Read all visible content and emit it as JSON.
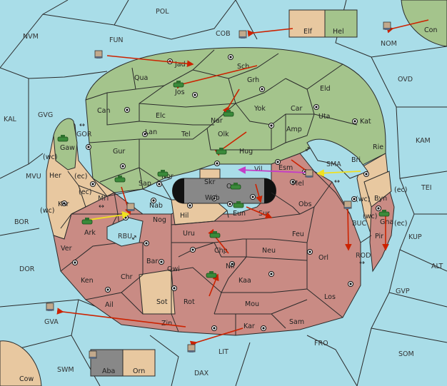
{
  "colors": {
    "water": "#a9dde8",
    "green_power": "#a4c48c",
    "red_power": "#c98b84",
    "tan_neutral": "#e8c8a0",
    "grey_blocked": "#888888",
    "unit_green": "#3a8a3a",
    "unit_grey": "#5a6a80"
  },
  "sea_labels": [
    "POL",
    "NVM",
    "FUN",
    "COB",
    "NOM",
    "OVD",
    "KAL",
    "GVG",
    "GOR",
    "KAM",
    "MVU",
    "TEI",
    "BOR",
    "MIT",
    "RBU",
    "SMA",
    "BUC",
    "KUP",
    "DOR",
    "ROD",
    "ALT",
    "GVP",
    "GVA",
    "LIT",
    "FRO",
    "SOM",
    "SWM",
    "DAX"
  ],
  "green_labels": [
    "Jad",
    "Sch",
    "Qua",
    "Jos",
    "Grh",
    "Eld",
    "Can",
    "Nar",
    "Yok",
    "Car",
    "Uta",
    "Elc",
    "Tel",
    "Amp",
    "Kat",
    "Olk",
    "Gur",
    "Lan",
    "Hug",
    "Bri",
    "Gaw",
    "Sap",
    "Nor",
    "Esm"
  ],
  "tan_labels": [
    "Her",
    "Kor",
    "Nab",
    "Hil",
    "Rie",
    "Byn",
    "Ver",
    "Sot",
    "Skr"
  ],
  "red_labels": [
    "Vil",
    "Mel",
    "Obs",
    "Sur",
    "Eun",
    "Ark",
    "Nog",
    "Uru",
    "Feu",
    "Chp",
    "Neu",
    "Orl",
    "Bar",
    "Qwi",
    "Nil",
    "Ken",
    "Chr",
    "Kaa",
    "Ail",
    "Rot",
    "Mou",
    "Los",
    "Zin",
    "Kar",
    "Sam",
    "Pir",
    "Gna"
  ],
  "grey_labels": [
    "Ost",
    "Web"
  ],
  "box_labels": [
    "Elf",
    "Hel",
    "Aba",
    "Orn",
    "Con",
    "Cow"
  ],
  "coast_tags": [
    "(wc)",
    "(ec)",
    "(ec)",
    "(wc)",
    "(wc)",
    "(ec)",
    "(wc)",
    "(ec)"
  ],
  "double_arrow": "↔"
}
